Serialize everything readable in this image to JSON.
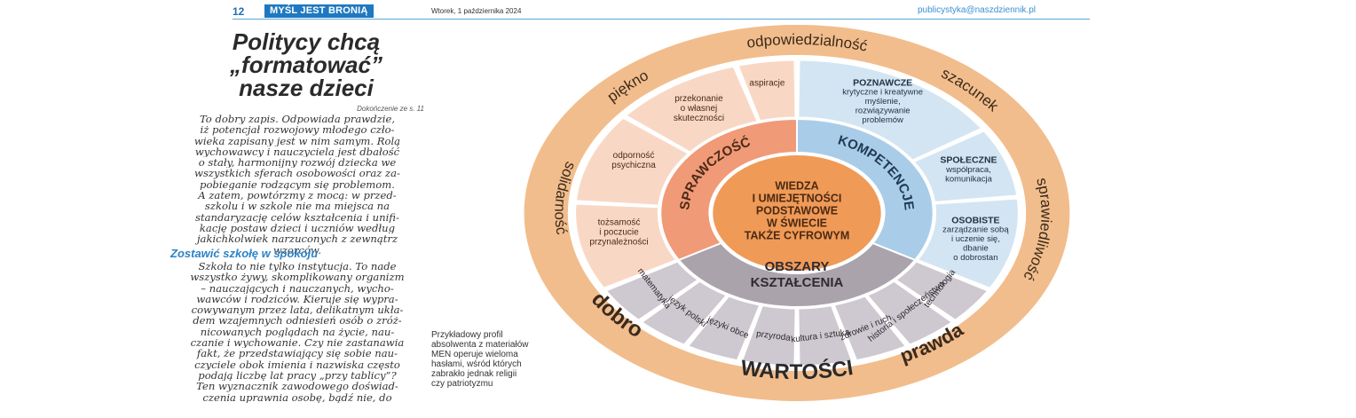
{
  "header": {
    "page_number": "12",
    "section": "MYŚL JEST BRONIĄ",
    "date": "Wtorek, 1 października 2024",
    "email": "publicystyka@naszdziennik.pl"
  },
  "article": {
    "headline": [
      "Politycy chcą",
      "„formatować”",
      "nasze dzieci"
    ],
    "continuation_note": "Dokończenie ze s. 11",
    "paragraph1_lines": [
      "To dobry zapis. Odpowiada prawdzie,",
      "iż potencjał rozwojowy młodego czło-",
      "wieka zapisany jest w nim samym. Rolą",
      "wychowawcy i nauczyciela jest dbałość",
      "o stały, harmonijny rozwój dziecka we",
      "wszystkich sferach osobowości oraz za-",
      "pobieganie rodzącym się problemom.",
      "A zatem, powtórzmy z mocą: w przed-",
      "szkolu i w szkole nie ma miejsca na",
      "standaryzację celów kształcenia i unifi-",
      "kację postaw dzieci i uczniów według",
      "jakichkolwiek narzuconych z zewnątrz",
      "wzorców."
    ],
    "subheading": "Zostawić szkołę w spokoju",
    "paragraph2_lines": [
      "Szkoła to nie tylko instytucja. To nade",
      "wszystko żywy, skomplikowany organizm",
      "– nauczających i nauczanych, wycho-",
      "wawców i rodziców. Kieruje się wypra-",
      "cowywanym przez lata, delikatnym ukła-",
      "dem wzajemnych odniesień osób o zróż-",
      "nicowanych poglądach na życie, nau-",
      "czanie i wychowanie. Czy nie zastanawia",
      "fakt, że przedstawiający się sobie nau-",
      "czyciele obok imienia i nazwiska często",
      "podają liczbę lat pracy „przy tablicy”?",
      "Ten wyznacznik zawodowego doświad-",
      "czenia uprawnia osobę, bądź nie, do"
    ]
  },
  "diagram": {
    "center_lines": [
      "WIEDZA",
      "I UMIEJĘTNOŚCI",
      "PODSTAWOWE",
      "W ŚWIECIE",
      "TAKŻE CYFROWYM"
    ],
    "sprawczosc_label": "SPRAWCZOŚĆ",
    "kompetencje_label": "KOMPETENCJE",
    "obszary_lines": [
      "OBSZARY",
      "KSZTAŁCENIA"
    ],
    "sprawczosc_items": [
      [
        "tożsamość",
        "i poczucie",
        "przynależności"
      ],
      [
        "odporność",
        "psychiczna"
      ],
      [
        "przekonanie",
        "o własnej",
        "skuteczności"
      ],
      [
        "aspiracje"
      ]
    ],
    "kompetencje_items": [
      {
        "title": "POZNAWCZE",
        "lines": [
          "krytyczne i kreatywne",
          "myślenie,",
          "rozwiązywanie",
          "problemów"
        ]
      },
      {
        "title": "SPOŁECZNE",
        "lines": [
          "współpraca,",
          "komunikacja"
        ]
      },
      {
        "title": "OSOBISTE",
        "lines": [
          "zarządzanie sobą",
          "i uczenie się,",
          "dbanie",
          "o dobrostan"
        ]
      }
    ],
    "obszary_items": [
      "technologia",
      "historia i społeczeństwo",
      "zdrowie i ruch",
      "kultura i sztuka",
      "przyroda",
      "języki obce",
      "język polski",
      "matematyka"
    ],
    "values_title": "WARTOŚCI",
    "values": [
      "odpowiedzialność",
      "szacunek",
      "sprawiedliwość",
      "prawda",
      "dobro",
      "solidarność",
      "piękno"
    ],
    "colors": {
      "outer_ring": "#f2bd8c",
      "sprawczosc_outer": "#f8d8c5",
      "sprawczosc_inner": "#f09a77",
      "kompetencje_outer": "#d3e5f3",
      "kompetencje_inner": "#a9cde8",
      "obszary_outer": "#cec8d0",
      "obszary_inner": "#aaa3ac",
      "center": "#f09a57"
    }
  },
  "caption_lines": [
    "Przykładowy profil",
    "absolwenta z materiałów",
    "MEN operuje wieloma",
    "hasłami, wśród których",
    "zabrakło jednak religii",
    "czy patriotyzmu"
  ]
}
